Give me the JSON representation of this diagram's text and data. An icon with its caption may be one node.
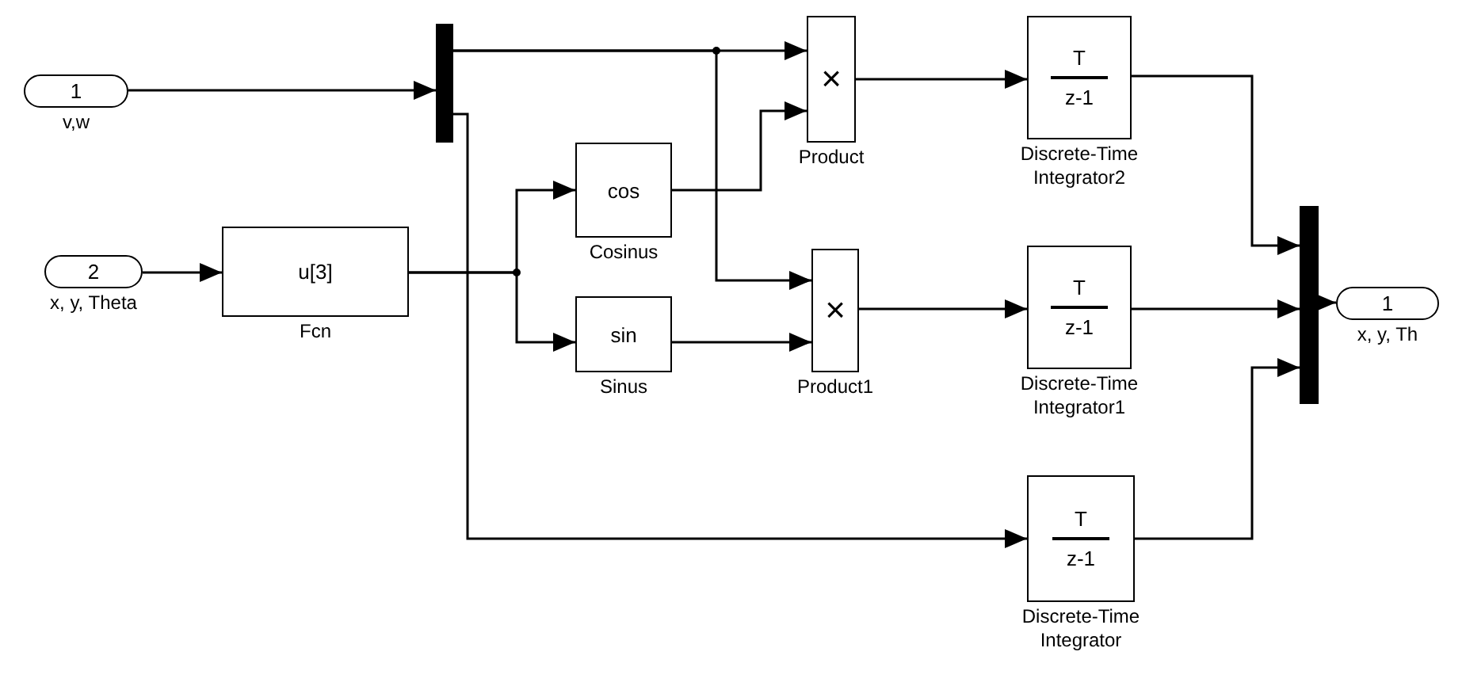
{
  "diagram": {
    "nodes": [
      {
        "text": [
          "1"
        ],
        "beside": [
          "v,w"
        ]
      },
      {
        "text": [
          "2"
        ],
        "beside": [
          "x, y, Theta"
        ]
      },
      {
        "text": [],
        "shape": "bar"
      },
      {
        "text": [
          "u[3]"
        ],
        "beside": [
          "Fcn"
        ]
      },
      {
        "text": [
          "cos"
        ],
        "beside": [
          "Cosinus"
        ]
      },
      {
        "text": [
          "sin"
        ],
        "beside": [
          "Sinus"
        ]
      },
      {
        "text": [
          "×"
        ],
        "beside": [
          "Product"
        ]
      },
      {
        "text": [
          "×"
        ],
        "beside": [
          "Product1"
        ]
      },
      {
        "text": [
          "T",
          "z-1"
        ],
        "beside": [
          "Discrete-Time Integrator2"
        ]
      },
      {
        "text": [
          "T",
          "z-1"
        ],
        "beside": [
          "Discrete-Time Integrator1"
        ]
      },
      {
        "text": [
          "T",
          "z-1"
        ],
        "beside": [
          "Discrete-Time Integrator"
        ]
      },
      {
        "text": [],
        "shape": "bar"
      },
      {
        "text": [
          "1"
        ],
        "beside": [
          "x, y, Th"
        ]
      }
    ],
    "edges": [
      {
        "from": 0,
        "to": 2,
        "arrow": "to"
      },
      {
        "from": 2,
        "to": 6,
        "arrow": "to"
      },
      {
        "from": 2,
        "to": 7,
        "arrow": "to"
      },
      {
        "from": 2,
        "to": 10,
        "arrow": "to"
      },
      {
        "from": 1,
        "to": 3,
        "arrow": "to"
      },
      {
        "from": 3,
        "to": 4,
        "arrow": "to"
      },
      {
        "from": 3,
        "to": 5,
        "arrow": "to"
      },
      {
        "from": 4,
        "to": 6,
        "arrow": "to"
      },
      {
        "from": 5,
        "to": 7,
        "arrow": "to"
      },
      {
        "from": 6,
        "to": 8,
        "arrow": "to"
      },
      {
        "from": 7,
        "to": 9,
        "arrow": "to"
      },
      {
        "from": 8,
        "to": 11,
        "arrow": "to"
      },
      {
        "from": 9,
        "to": 11,
        "arrow": "to"
      },
      {
        "from": 10,
        "to": 11,
        "arrow": "to"
      },
      {
        "from": 11,
        "to": 12,
        "arrow": "to"
      }
    ]
  }
}
